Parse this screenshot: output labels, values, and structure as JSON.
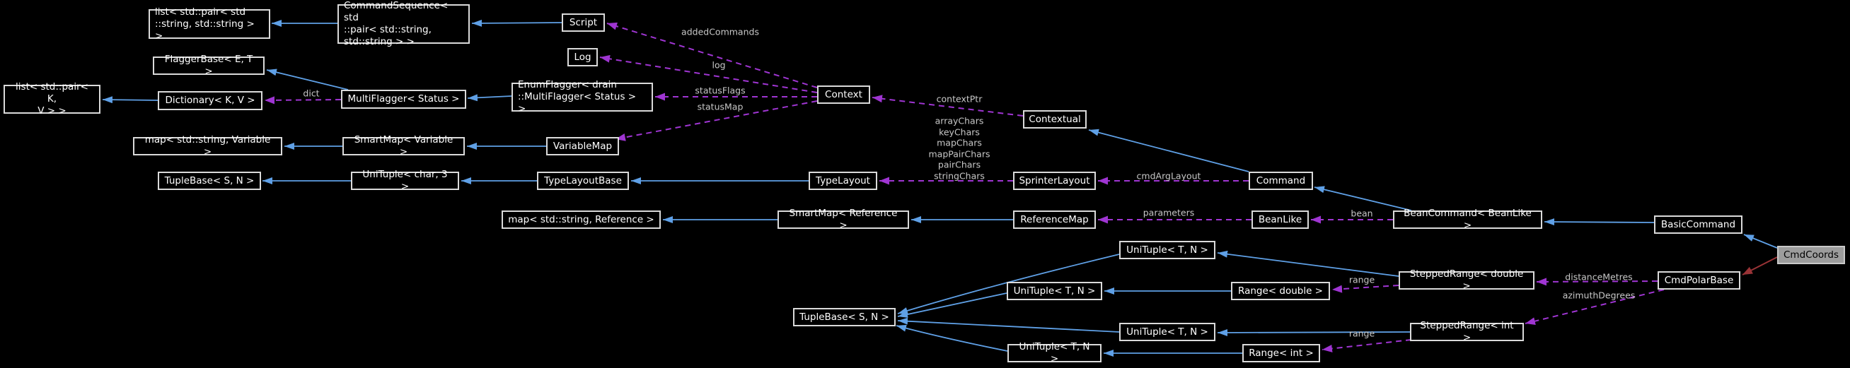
{
  "diagram": {
    "kind": "collaboration-graph",
    "highlighted_node": "CmdCoords",
    "background": "#000000"
  },
  "colors": {
    "inheritance_edge": "#5FA0E6",
    "usage_edge": "#9F35D2",
    "private_inheritance_edge": "#993336",
    "node_border": "#DADADA",
    "node_background": "#000000",
    "node_text": "#FFFFFF",
    "highlight_background": "#9C9C9C",
    "highlight_text": "#000000",
    "edge_label_text": "#C7C7C7"
  },
  "nodes": {
    "list_pair_string": {
      "label": "list< std::pair< std\n::string, std::string > >"
    },
    "command_sequence": {
      "label": "CommandSequence< std\n::pair< std::string,\nstd::string > >"
    },
    "script": {
      "label": "Script"
    },
    "log": {
      "label": "Log"
    },
    "flagger_base": {
      "label": "FlaggerBase< E, T >"
    },
    "multi_flagger": {
      "label": "MultiFlagger< Status >"
    },
    "enum_flagger": {
      "label": "EnumFlagger< drain\n::MultiFlagger< Status > >"
    },
    "list_pair_kv": {
      "label": "list< std::pair< K,\nV > >"
    },
    "dictionary": {
      "label": "Dictionary< K, V >"
    },
    "context": {
      "label": "Context"
    },
    "contextual": {
      "label": "Contextual"
    },
    "map_variable": {
      "label": "map< std::string, Variable >"
    },
    "smartmap_variable": {
      "label": "SmartMap< Variable >"
    },
    "variable_map": {
      "label": "VariableMap"
    },
    "tuple_base_1": {
      "label": "TupleBase< S, N >"
    },
    "unituple_char": {
      "label": "UniTuple< char, 3 >"
    },
    "type_layout_base": {
      "label": "TypeLayoutBase"
    },
    "type_layout": {
      "label": "TypeLayout"
    },
    "sprinter_layout": {
      "label": "SprinterLayout"
    },
    "command": {
      "label": "Command"
    },
    "map_reference": {
      "label": "map< std::string, Reference >"
    },
    "smartmap_reference": {
      "label": "SmartMap< Reference >"
    },
    "reference_map": {
      "label": "ReferenceMap"
    },
    "bean_like": {
      "label": "BeanLike"
    },
    "bean_command": {
      "label": "BeanCommand< BeanLike >"
    },
    "basic_command": {
      "label": "BasicCommand"
    },
    "unituple_1": {
      "label": "UniTuple< T, N >"
    },
    "unituple_2": {
      "label": "UniTuple< T, N >"
    },
    "range_double": {
      "label": "Range< double >"
    },
    "stepped_range_double": {
      "label": "SteppedRange< double >"
    },
    "cmd_coords": {
      "label": "CmdCoords"
    },
    "cmd_polar_base": {
      "label": "CmdPolarBase"
    },
    "tuple_base_2": {
      "label": "TupleBase< S, N >"
    },
    "unituple_3": {
      "label": "UniTuple< T, N >"
    },
    "stepped_range_int": {
      "label": "SteppedRange< int >"
    },
    "unituple_4": {
      "label": "UniTuple< T, N >"
    },
    "range_int": {
      "label": "Range< int >"
    }
  },
  "edge_labels": {
    "added_commands": "addedCommands",
    "log": "log",
    "status_flags": "statusFlags",
    "status_map": "statusMap",
    "context_ptr": "contextPtr",
    "dict": "dict",
    "sprinter_chars": "arrayChars\nkeyChars\nmapChars\nmapPairChars\npairChars\nstringChars",
    "cmd_arg_layout": "cmdArgLayout",
    "parameters": "parameters",
    "bean": "bean",
    "distance_metres": "distanceMetres",
    "azimuth_degrees": "azimuthDegrees",
    "range_double": "range",
    "range_int": "range"
  }
}
